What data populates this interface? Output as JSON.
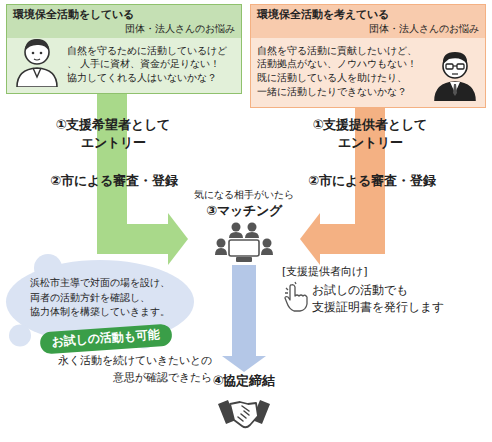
{
  "diagram": {
    "nodes": [
      {
        "text": [
          "環境保全活動をしている",
          "団体・法人さんのお悩み",
          "自然を守るために活動しているけど、 人手に資材、資金が足りない！ 協力してくれる人はいないかな？"
        ]
      },
      {
        "text": [
          "環境保全活動を考えている",
          "団体・法人さんのお悩み",
          "自然を守る活動に貢献したいけど、 活動拠点がない、ノウハウもない！ 既に活動している人を助けたり、 一緒に活動したりできないかな？"
        ]
      },
      {
        "text": [
          "気になる相手がいたら",
          "③マッチング"
        ]
      },
      {
        "text": [
          "④協定締結"
        ]
      },
      {
        "text": [
          "浜松市主導で対面の場を設け、 両者の活動方針を確認し、 協力体制を構築していきます。"
        ]
      },
      {
        "text": [
          "お試しの活動も可能"
        ]
      }
    ],
    "edges": [
      {
        "from": 0,
        "to": 2,
        "arrow": "to"
      },
      {
        "from": 1,
        "to": 2,
        "arrow": "to"
      },
      {
        "from": 2,
        "to": 3,
        "arrow": "to"
      }
    ],
    "labels": [
      "①支援希望者として エントリー",
      "②市による審査・登録",
      "①支援提供者として エントリー",
      "②市による審査・登録",
      "永く活動を続けていきたいとの 意思が確認できたら",
      "[支援提供者向け]",
      "お試しの活動でも 支援証明書を発行します"
    ]
  }
}
